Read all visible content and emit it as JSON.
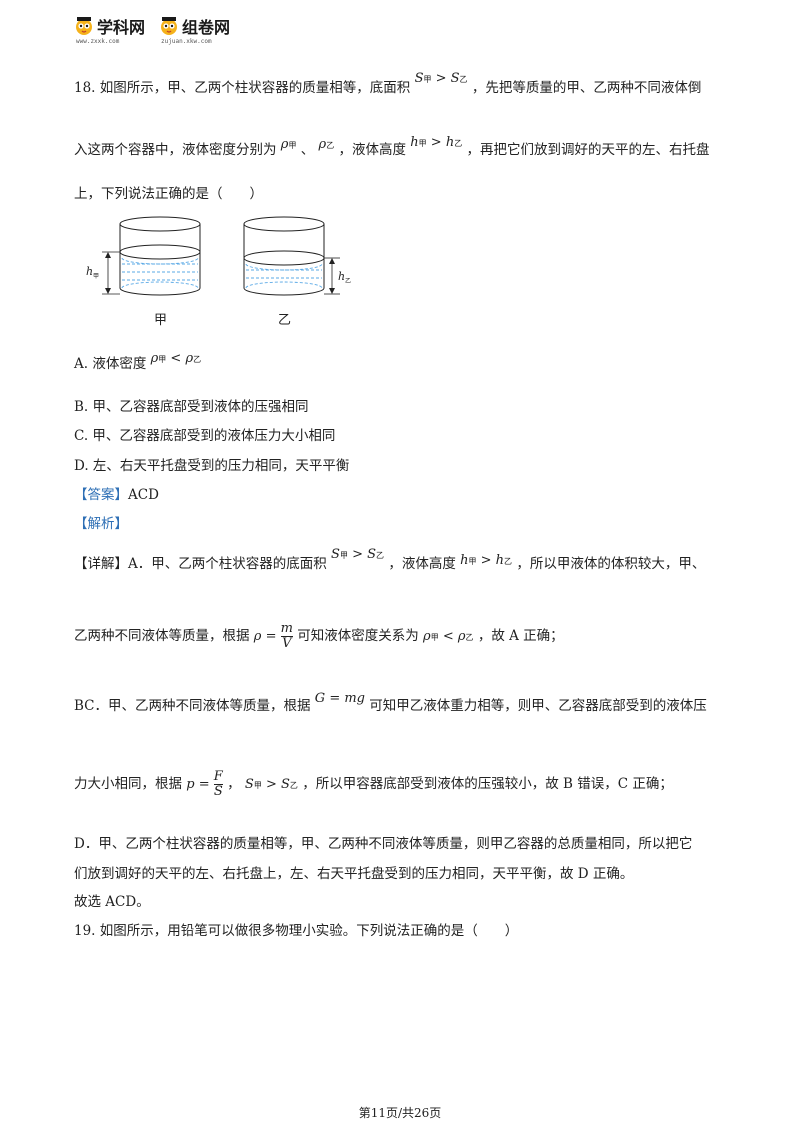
{
  "header": {
    "logo1_title": "学科网",
    "logo1_url": "www.zxxk.com",
    "logo2_title": "组卷网",
    "logo2_url": "zujuan.xkw.com"
  },
  "q18": {
    "line1_pre": "18. 如图所示，甲、乙两个柱状容器的质量相等，底面积",
    "line1_post": "，先把等质量的甲、乙两种不同液体倒",
    "line2_pre": "入这两个容器中，液体密度分别为",
    "line2_mid1": "、",
    "line2_mid2": "，液体高度",
    "line2_post": "，再把它们放到调好的天平的左、右托盘",
    "line3": "上，下列说法正确的是（　　）",
    "fig_label_left": "甲",
    "fig_label_right": "乙",
    "fig_h_left": "h",
    "fig_h_left_sub": "甲",
    "fig_h_right": "h",
    "fig_h_right_sub": "乙",
    "option_a_pre": "A.  液体密度",
    "option_b": "B.  甲、乙容器底部受到液体的压强相同",
    "option_c": "C.  甲、乙容器底部受到的液体压力大小相同",
    "option_d": "D.  左、右天平托盘受到的压力相同，天平平衡",
    "answer_tag": "【答案】",
    "answer": "ACD",
    "analysis_tag": "【解析】",
    "detail_tag": "【详解】",
    "d1_pre": "A．甲、乙两个柱状容器的底面积",
    "d1_mid": "，液体高度",
    "d1_post": "，所以甲液体的体积较大，甲、",
    "d2_pre": "乙两种不同液体等质量，根据",
    "d2_mid": "可知液体密度关系为",
    "d2_post": "，故 A 正确；",
    "d3_pre": "BC．甲、乙两种不同液体等质量，根据",
    "d3_post": "可知甲乙液体重力相等，则甲、乙容器底部受到的液体压",
    "d4_pre": "力大小相同，根据",
    "d4_mid": "，",
    "d4_post": "，所以甲容器底部受到液体的压强较小，故 B 错误，C 正确；",
    "d5": "D．甲、乙两个柱状容器的质量相等，甲、乙两种不同液体等质量，则甲乙容器的总质量相同，所以把它",
    "d6": "们放到调好的天平的左、右托盘上，左、右天平托盘受到的压力相同，天平平衡，故 D 正确。",
    "d7": "故选 ACD。"
  },
  "q19": {
    "line1": "19. 如图所示，用铅笔可以做很多物理小实验。下列说法正确的是（　　）"
  },
  "math": {
    "S": "S",
    "gt": " > ",
    "lt": " < ",
    "h": "h",
    "rho": "ρ",
    "sub_jia": "甲",
    "sub_yi": "乙",
    "eq": " = ",
    "m": "m",
    "V": "V",
    "G_mg": "G = mg",
    "p": "p",
    "F": "F"
  },
  "footer": {
    "page": "第11页/共26页"
  }
}
